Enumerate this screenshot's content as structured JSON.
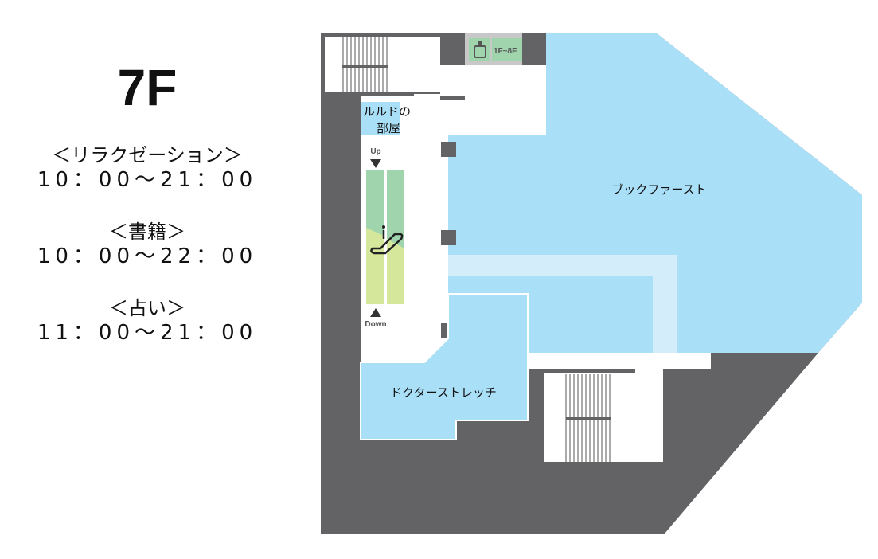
{
  "floor": "7F",
  "hours": [
    {
      "category": "＜リラクゼーション＞",
      "time": "10：00～21：00"
    },
    {
      "category": "＜書籍＞",
      "time": "10：00～22：00"
    },
    {
      "category": "＜占い＞",
      "time": "11：00～21：00"
    }
  ],
  "map": {
    "areas": {
      "lourdes_line1": "ルルドの",
      "lourdes_line2": "部屋",
      "bookfirst": "ブックファースト",
      "doctor_stretch": "ドクターストレッチ"
    },
    "elevator_label": "1F~8F",
    "escalator_up": "Up",
    "escalator_down": "Down"
  },
  "colors": {
    "wall": "#636365",
    "shop": "#aadff8",
    "passage": "#d3eefa",
    "elevator": "#9fd4ad",
    "escalator_down": "#d4e79b"
  },
  "icons": [
    "elevator-icon",
    "escalator-icon",
    "stairs-icon"
  ]
}
